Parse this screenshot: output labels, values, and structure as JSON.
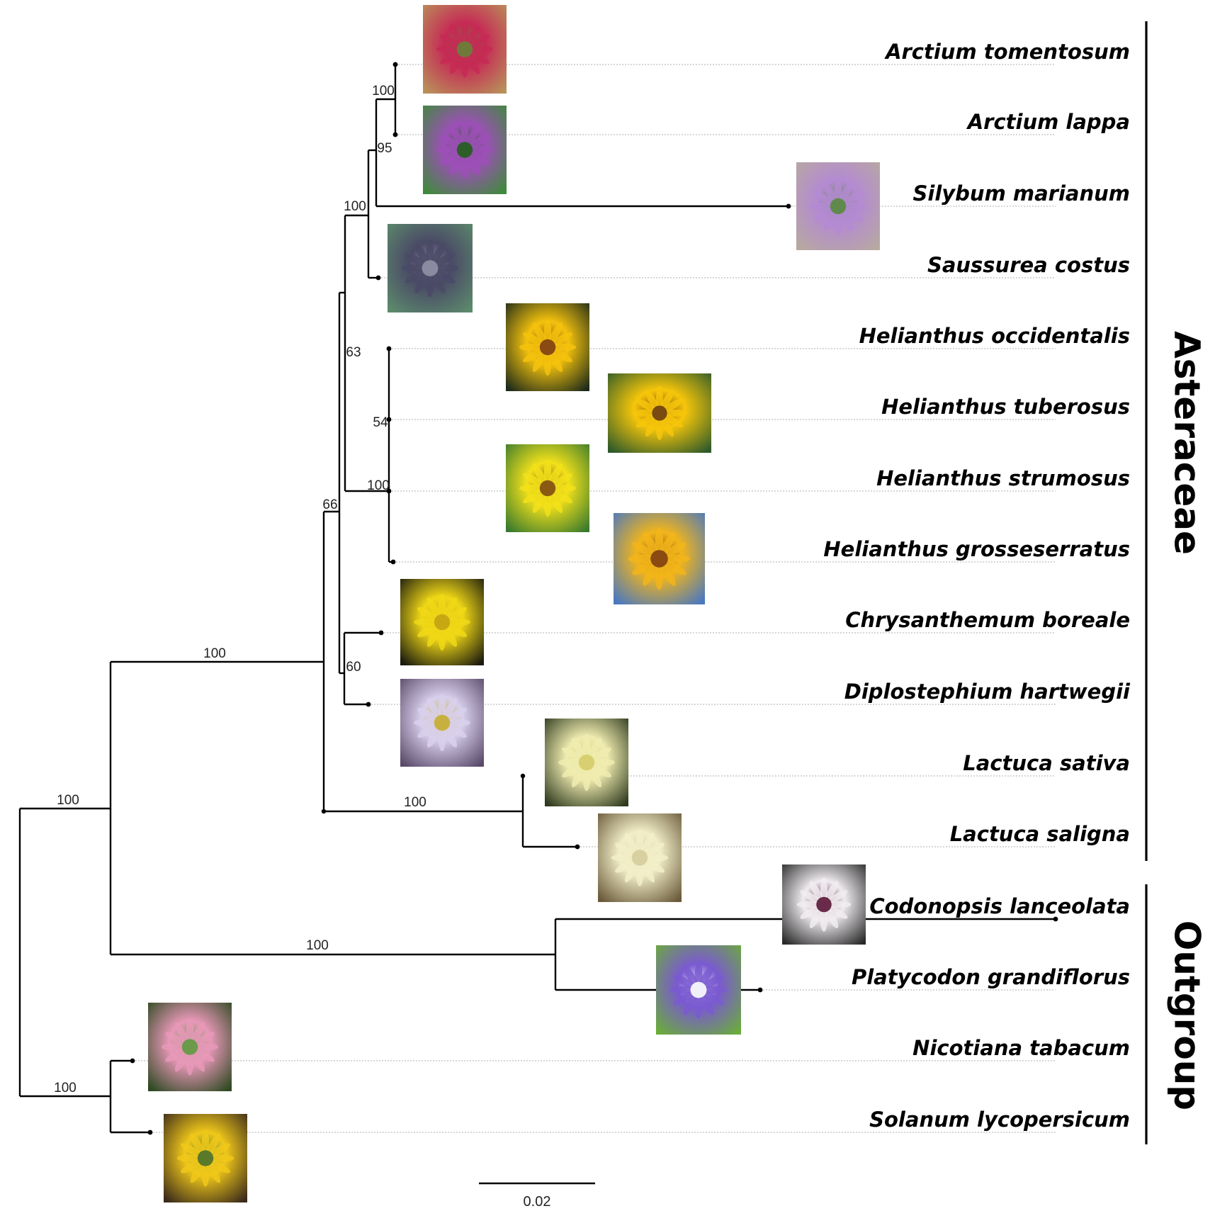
{
  "taxa": [
    {
      "name": "Arctium tomentosum",
      "photo": "flower-photo-purple-red-thistle",
      "colors": [
        "#b8915a",
        "#c62a55",
        "#6f7a3a"
      ]
    },
    {
      "name": "Arctium lappa",
      "photo": "flower-photo-purple-burdock",
      "colors": [
        "#3f8a3c",
        "#9d4fb8",
        "#2d5e2a"
      ]
    },
    {
      "name": "Silybum marianum",
      "photo": "flower-photo-milk-thistle",
      "colors": [
        "#b7a9a0",
        "#b48ad2",
        "#5f8a4c"
      ]
    },
    {
      "name": "Saussurea costus",
      "photo": "flower-photo-dark-purple-thistle",
      "colors": [
        "#5c8a6c",
        "#4a4a66",
        "#8a8aa0"
      ]
    },
    {
      "name": "Helianthus occidentalis",
      "photo": "flower-photo-yellow-sunflower",
      "colors": [
        "#1e2b1a",
        "#f4c20d",
        "#8a4a12"
      ]
    },
    {
      "name": "Helianthus tuberosus",
      "photo": "flower-photo-yellow-sunflower",
      "colors": [
        "#2f5a2a",
        "#f6c60a",
        "#7a4a10"
      ]
    },
    {
      "name": "Helianthus strumosus",
      "photo": "flower-photo-yellow-sunflower",
      "colors": [
        "#3a7a2e",
        "#f2e11a",
        "#8a5a12"
      ]
    },
    {
      "name": "Helianthus grosseserratus",
      "photo": "flower-photo-yellow-sunflower-blue-sky",
      "colors": [
        "#4a78c0",
        "#f2b51a",
        "#8a4a10"
      ]
    },
    {
      "name": "Chrysanthemum boreale",
      "photo": "flower-photo-small-yellow-daisies",
      "colors": [
        "#1a1a0e",
        "#f0d816",
        "#c8a812"
      ]
    },
    {
      "name": "Diplostephium hartwegii",
      "photo": "flower-photo-lavender-asters",
      "colors": [
        "#5a4a6a",
        "#d8d0ec",
        "#c8b040"
      ]
    },
    {
      "name": "Lactuca sativa",
      "photo": "flower-photo-pale-yellow-lettuce-flower",
      "colors": [
        "#2e3a1e",
        "#f0ecb0",
        "#d8d070"
      ]
    },
    {
      "name": "Lactuca saligna",
      "photo": "flower-photo-cream-lettuce-flower",
      "colors": [
        "#6a5a3a",
        "#f2eec8",
        "#d8d0a0"
      ]
    },
    {
      "name": "Codonopsis lanceolata",
      "photo": "flower-photo-bell-flower",
      "colors": [
        "#2a2a2a",
        "#f0ecf0",
        "#6a2a4a"
      ]
    },
    {
      "name": "Platycodon grandiflorus",
      "photo": "flower-photo-purple-balloon-flower",
      "colors": [
        "#6aac3a",
        "#7a5ad0",
        "#f0f0f8"
      ]
    },
    {
      "name": "Nicotiana tabacum",
      "photo": "flower-photo-pink-tobacco-flower",
      "colors": [
        "#2e4a22",
        "#e898b8",
        "#6a9a4a"
      ]
    },
    {
      "name": "Solanum lycopersicum",
      "photo": "flower-photo-yellow-tomato-flower",
      "colors": [
        "#3a2a1a",
        "#f0c81a",
        "#5a7a2a"
      ]
    }
  ],
  "clades": [
    {
      "label": "Asteraceae",
      "from": 0,
      "to": 11
    },
    {
      "label": "Outgroup",
      "from": 12,
      "to": 15
    }
  ],
  "support_values": {
    "arctium": "100",
    "arctium_silybum": "95",
    "cardueae": "100",
    "helianthus_sub": "54",
    "helianthus": "100",
    "heliantheae": "63",
    "chrys_diplo": "60",
    "core_asteraceae": "66",
    "lactuca": "100",
    "asteraceae": "100",
    "campanulaceae": "100",
    "asterales": "100",
    "solanaceae": "100"
  },
  "scale_bar": {
    "label": "0.02",
    "value": 0.02
  }
}
